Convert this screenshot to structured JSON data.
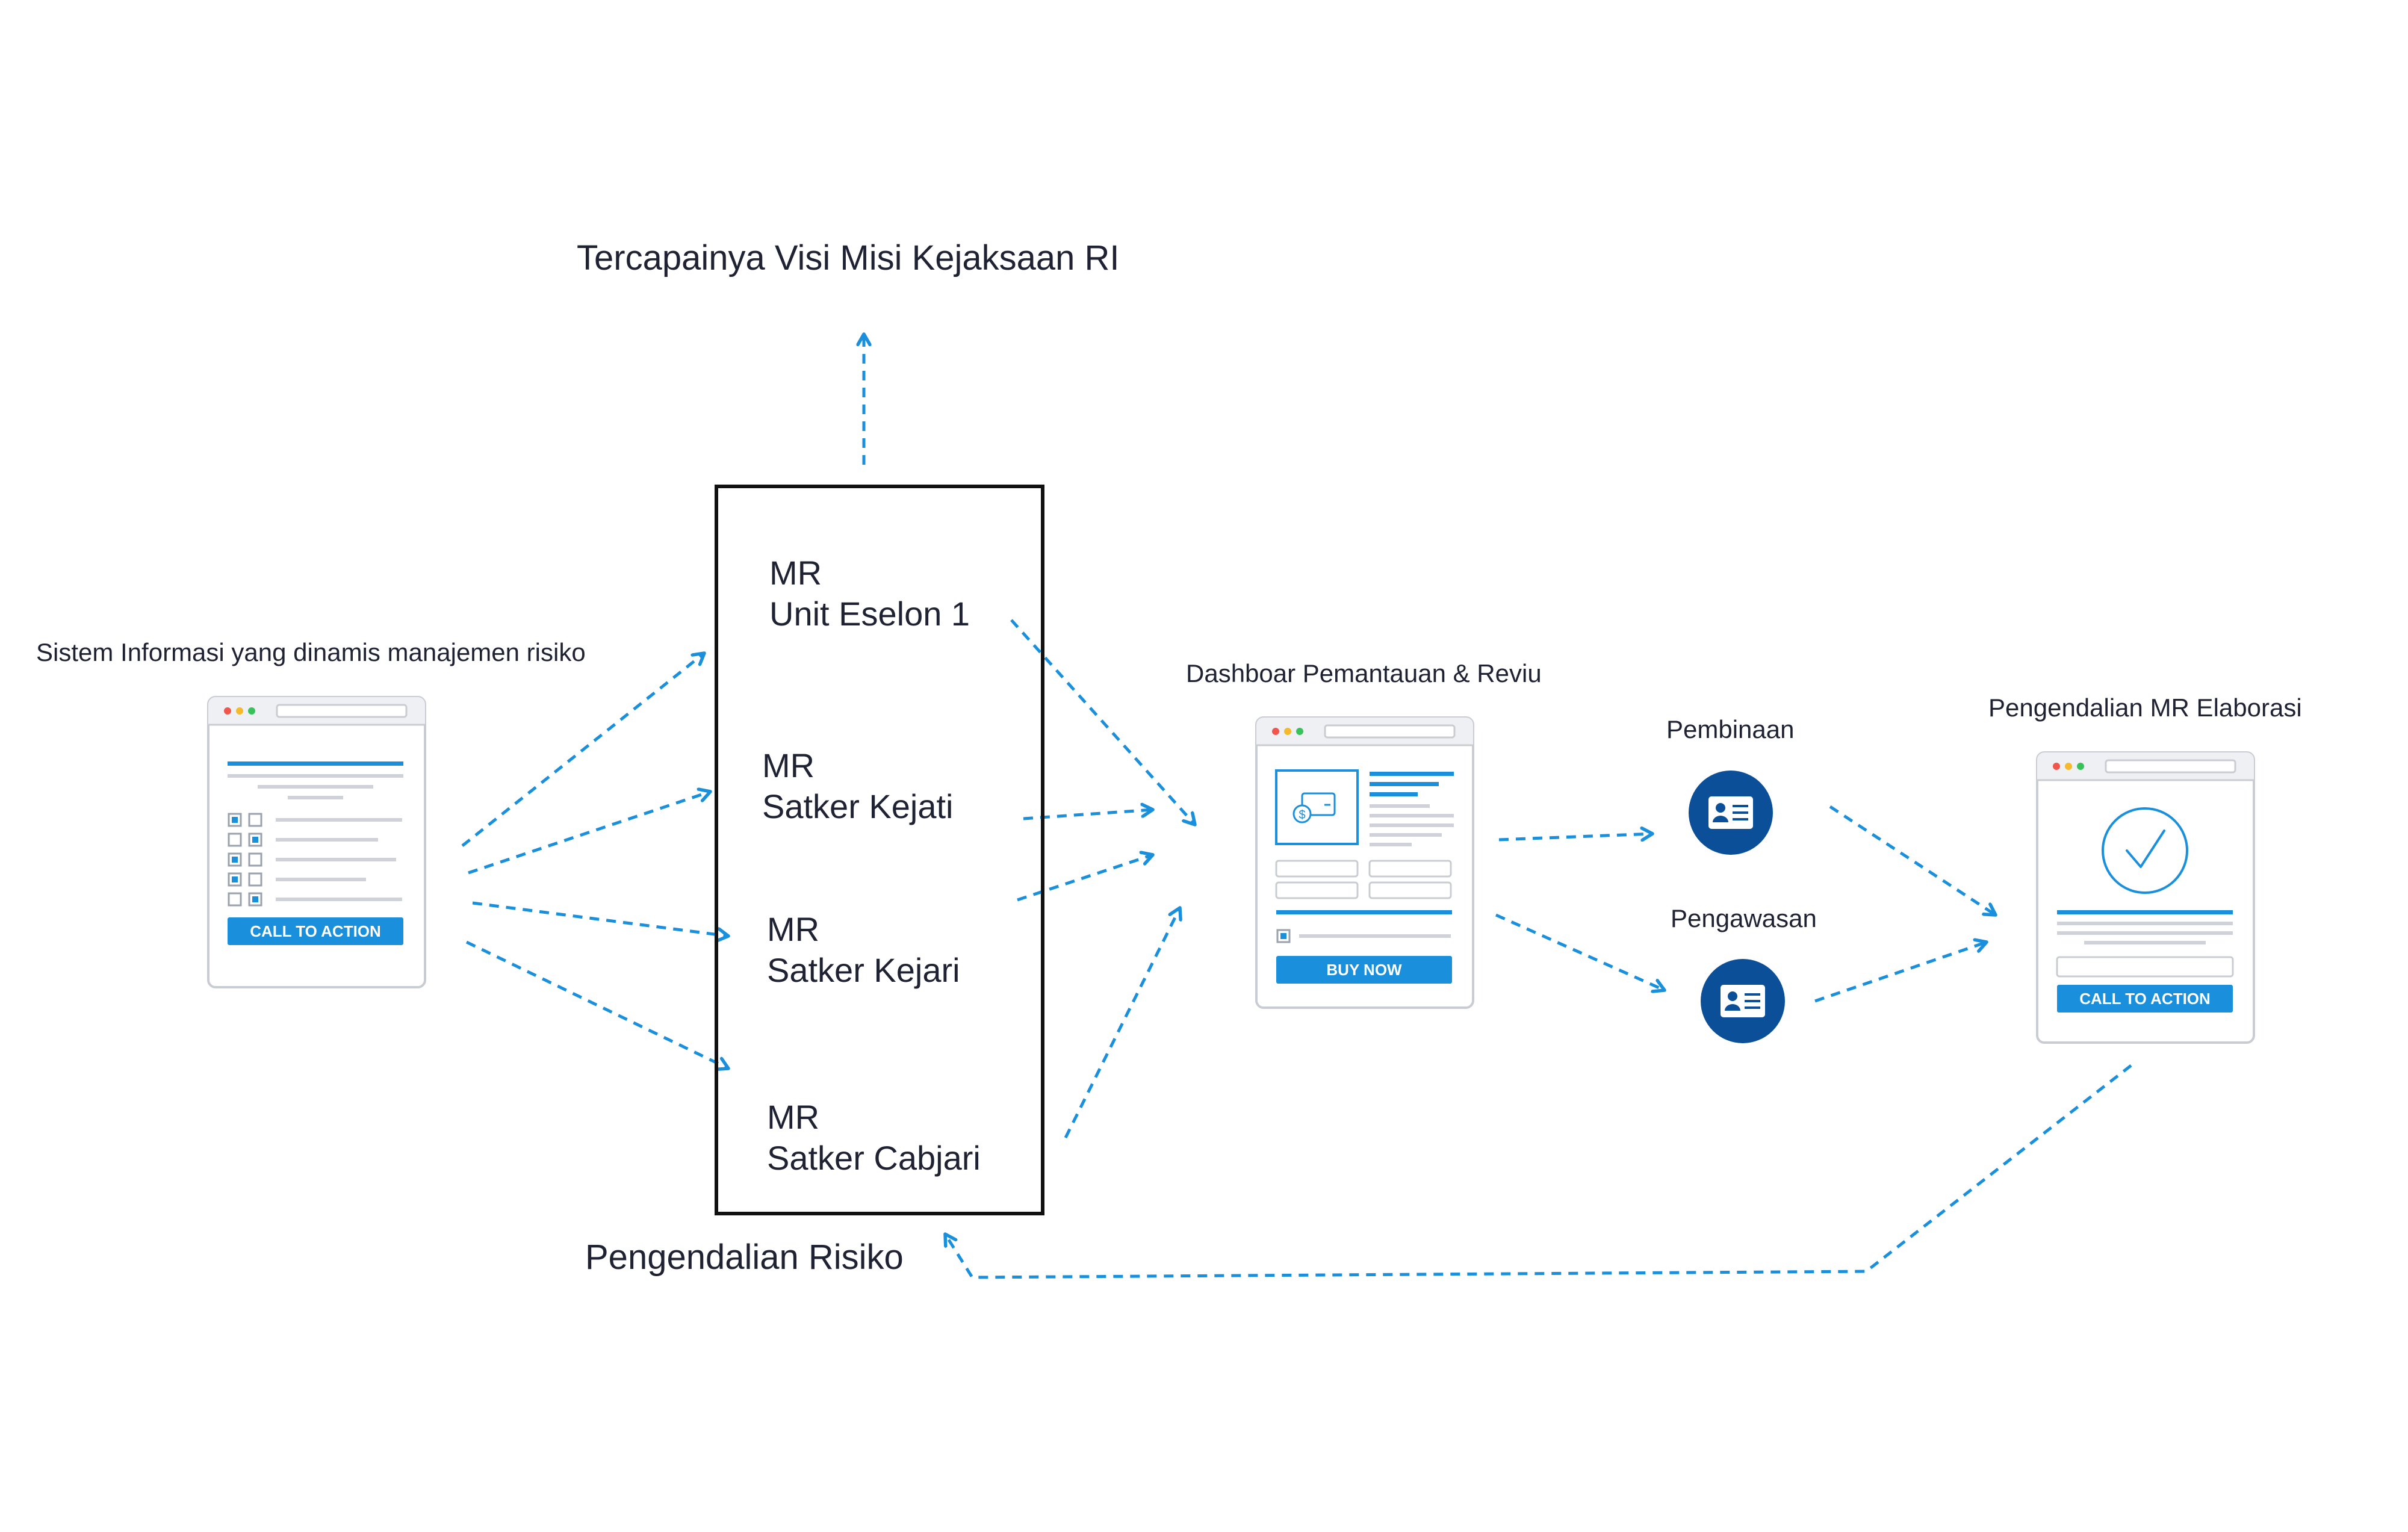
{
  "title_top": "Tercapainya Visi Misi Kejaksaan RI",
  "left_label": "Sistem Informasi yang dinamis manajemen risiko",
  "left_card": {
    "button_label": "CALL TO ACTION"
  },
  "mr_box": {
    "items": [
      {
        "line1": "MR",
        "line2": "Unit Eselon 1"
      },
      {
        "line1": "MR",
        "line2": "Satker Kejati"
      },
      {
        "line1": "MR",
        "line2": "Satker Kejari"
      },
      {
        "line1": "MR",
        "line2": "Satker Cabjari"
      }
    ]
  },
  "bottom_label": "Pengendalian Risiko",
  "dashboard": {
    "label": "Dashboar Pemantauan & Reviu",
    "button_label": "BUY NOW"
  },
  "pembinaan_label": "Pembinaan",
  "pengawasan_label": "Pengawasan",
  "elaborasi": {
    "label": "Pengendalian MR Elaborasi",
    "button_label": "CALL TO ACTION"
  },
  "colors": {
    "accent": "#1a8fdc",
    "dark_blue": "#0b4f99",
    "card_border": "#c9ccd2",
    "text": "#1f2233"
  }
}
